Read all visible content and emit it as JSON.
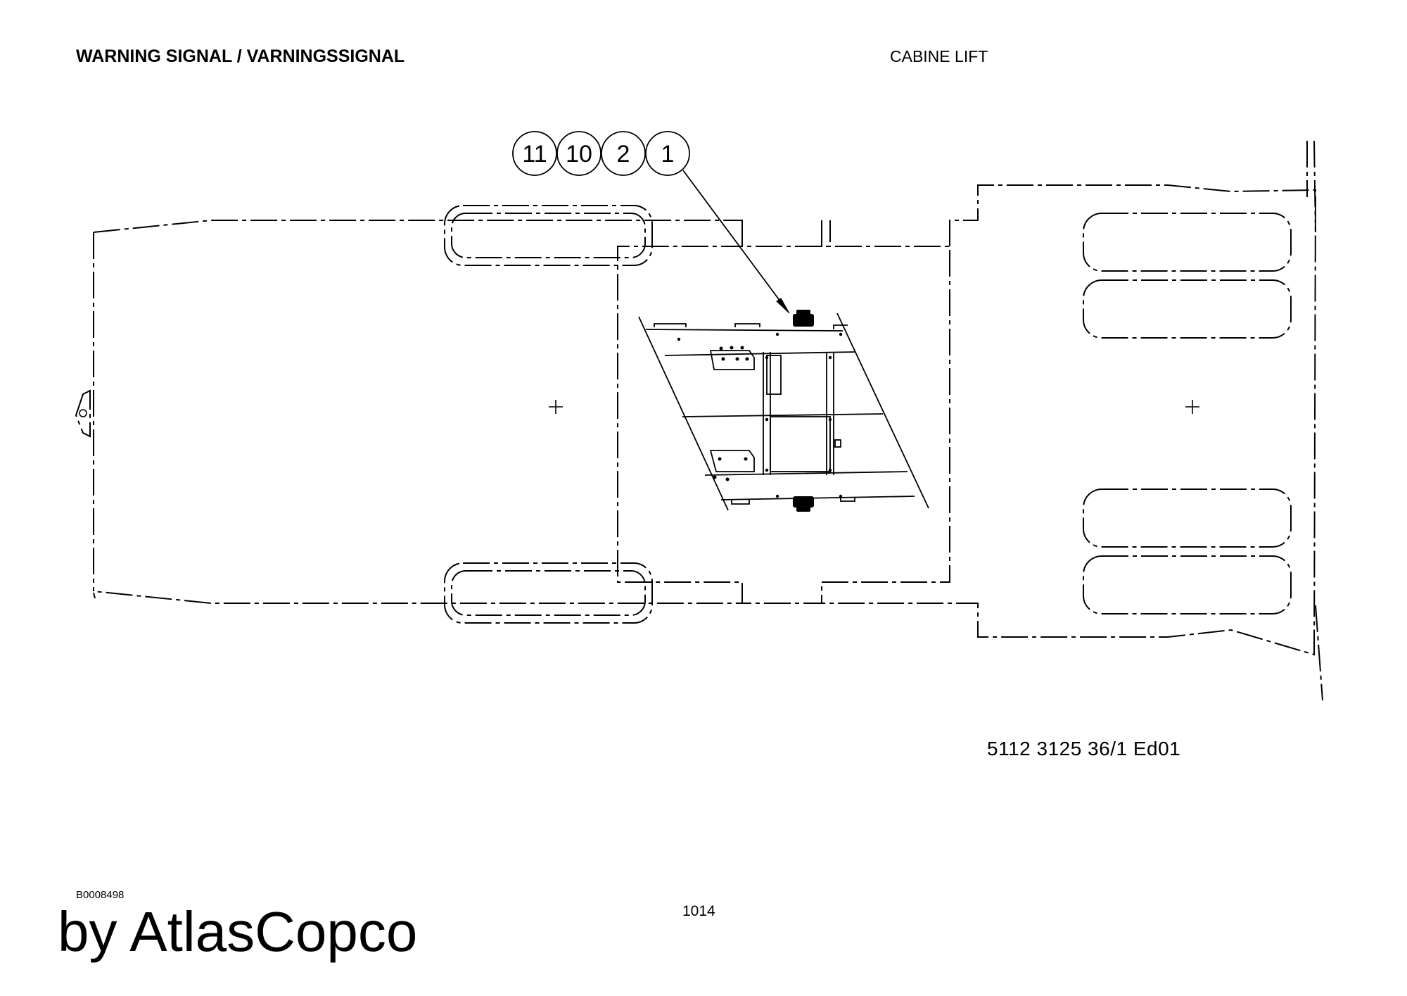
{
  "header": {
    "title": "WARNING SIGNAL / VARNINGSSIGNAL",
    "section": "CABINE LIFT"
  },
  "drawing": {
    "balloons": [
      "11",
      "10",
      "2",
      "1"
    ],
    "document_number": "5112 3125 36/1  Ed01"
  },
  "footer": {
    "image_id": "B0008498",
    "brand": "by AtlasCopco",
    "page_number": "1014"
  }
}
